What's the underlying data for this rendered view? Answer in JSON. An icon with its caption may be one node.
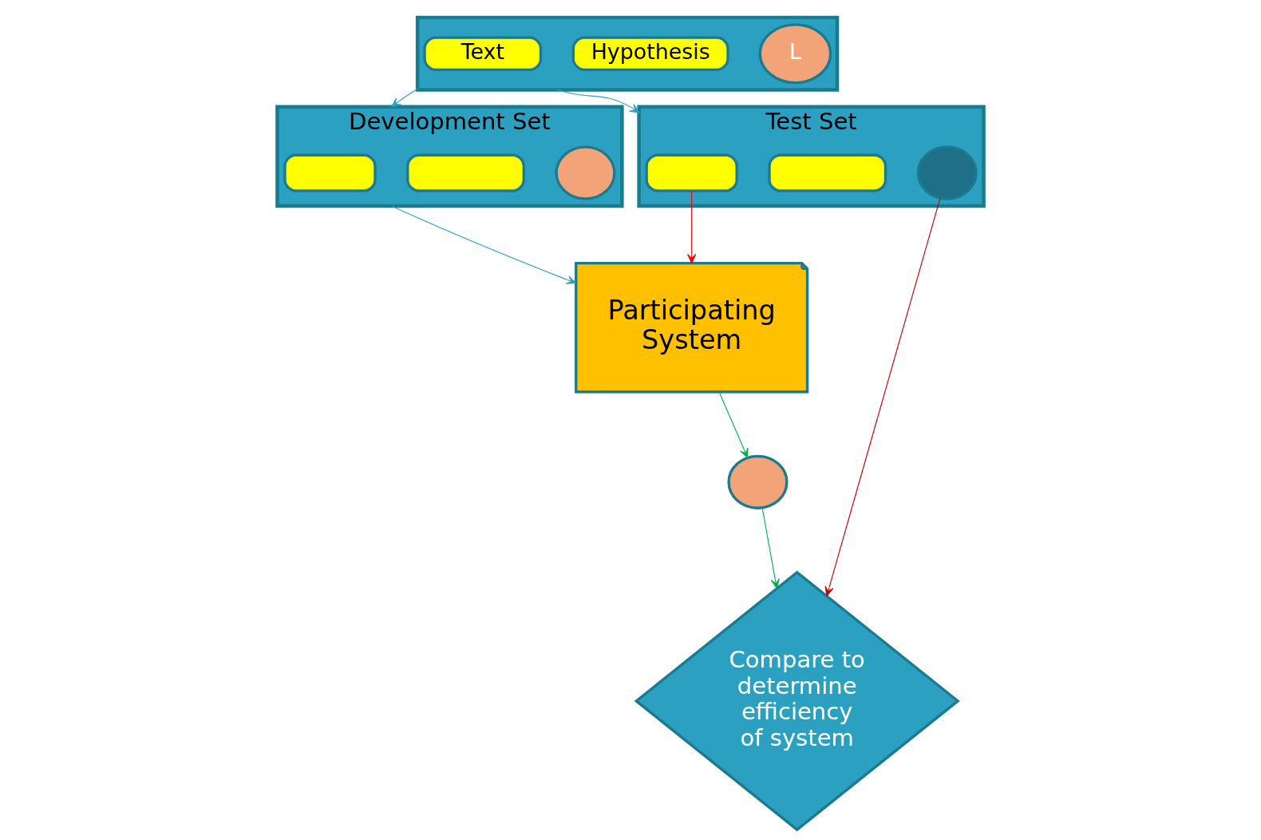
{
  "diagram": {
    "nodes": [
      {
        "text": [],
        "shape": "box"
      },
      {
        "text": [
          "Text"
        ],
        "in": 0
      },
      {
        "text": [
          "Hypothesis"
        ],
        "in": 0
      },
      {
        "text": [
          "L"
        ],
        "in": 0
      },
      {
        "text": [
          "Development Set"
        ]
      },
      {
        "text": [],
        "shape": "box",
        "in": 4
      },
      {
        "text": [],
        "shape": "box",
        "in": 4
      },
      {
        "text": [],
        "shape": "circle",
        "in": 4
      },
      {
        "text": [
          "Test Set"
        ]
      },
      {
        "text": [],
        "shape": "box",
        "in": 8
      },
      {
        "text": [],
        "shape": "box",
        "in": 8
      },
      {
        "text": [],
        "shape": "circle",
        "in": 8
      },
      {
        "text": [
          "Participating System"
        ]
      },
      {
        "text": [],
        "shape": "circle"
      },
      {
        "text": [
          "Compare to determine efficiency of system"
        ]
      }
    ],
    "edges": [
      {
        "from": 0,
        "to": 4,
        "arrow": "to"
      },
      {
        "from": 0,
        "to": 8,
        "arrow": "to"
      },
      {
        "from": 4,
        "to": 12,
        "arrow": "to"
      },
      {
        "from": 9,
        "to": 12,
        "arrow": "to",
        "color": "#ff0000"
      },
      {
        "from": 11,
        "to": 14,
        "arrow": "to",
        "color": "#c00000"
      },
      {
        "from": 12,
        "to": 13,
        "arrow": "to",
        "color": "#00b050"
      },
      {
        "from": 13,
        "to": 14,
        "arrow": "to",
        "color": "#00b050"
      }
    ]
  }
}
